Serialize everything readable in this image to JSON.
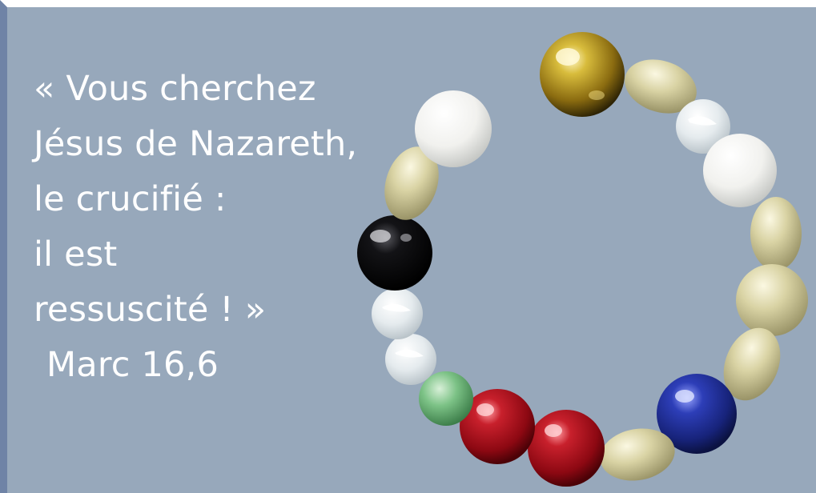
{
  "slide": {
    "quote_lines": [
      "« Vous cherchez",
      "Jésus de Nazareth,",
      "le crucifié :",
      "il est",
      "ressuscité ! »"
    ],
    "reference": "Marc 16,6"
  },
  "image": {
    "subject": "bead-bracelet",
    "colors": {
      "background": "#97a8bb",
      "gold": "#b99a1e",
      "ivory": "#d8d2a2",
      "white": "#f2f2f0",
      "black": "#0b0b0d",
      "clear": "#e6ecef",
      "green": "#7cc286",
      "red": "#b0101c",
      "blue": "#1f2f9c"
    }
  }
}
